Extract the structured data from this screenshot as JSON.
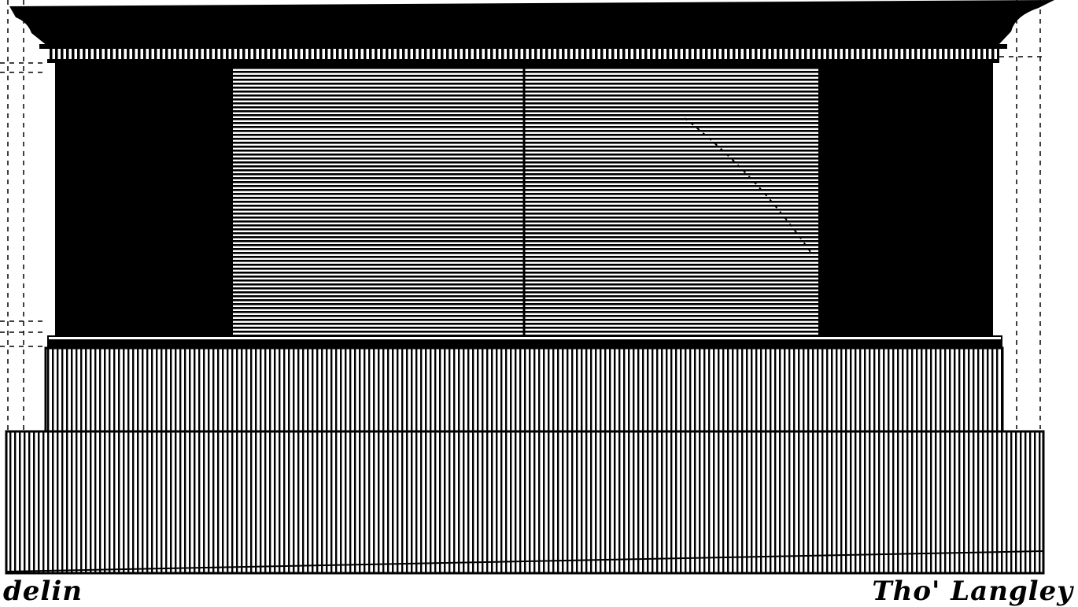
{
  "engraving": {
    "caption_left": "delin",
    "caption_right": "Tho' Langley",
    "ink_color": "#000000",
    "paper_color": "#ffffff",
    "subject": "architectural elevation of a pedestal with cornice, dentils, dark panels, hatched die and two fluted plinth courses"
  }
}
